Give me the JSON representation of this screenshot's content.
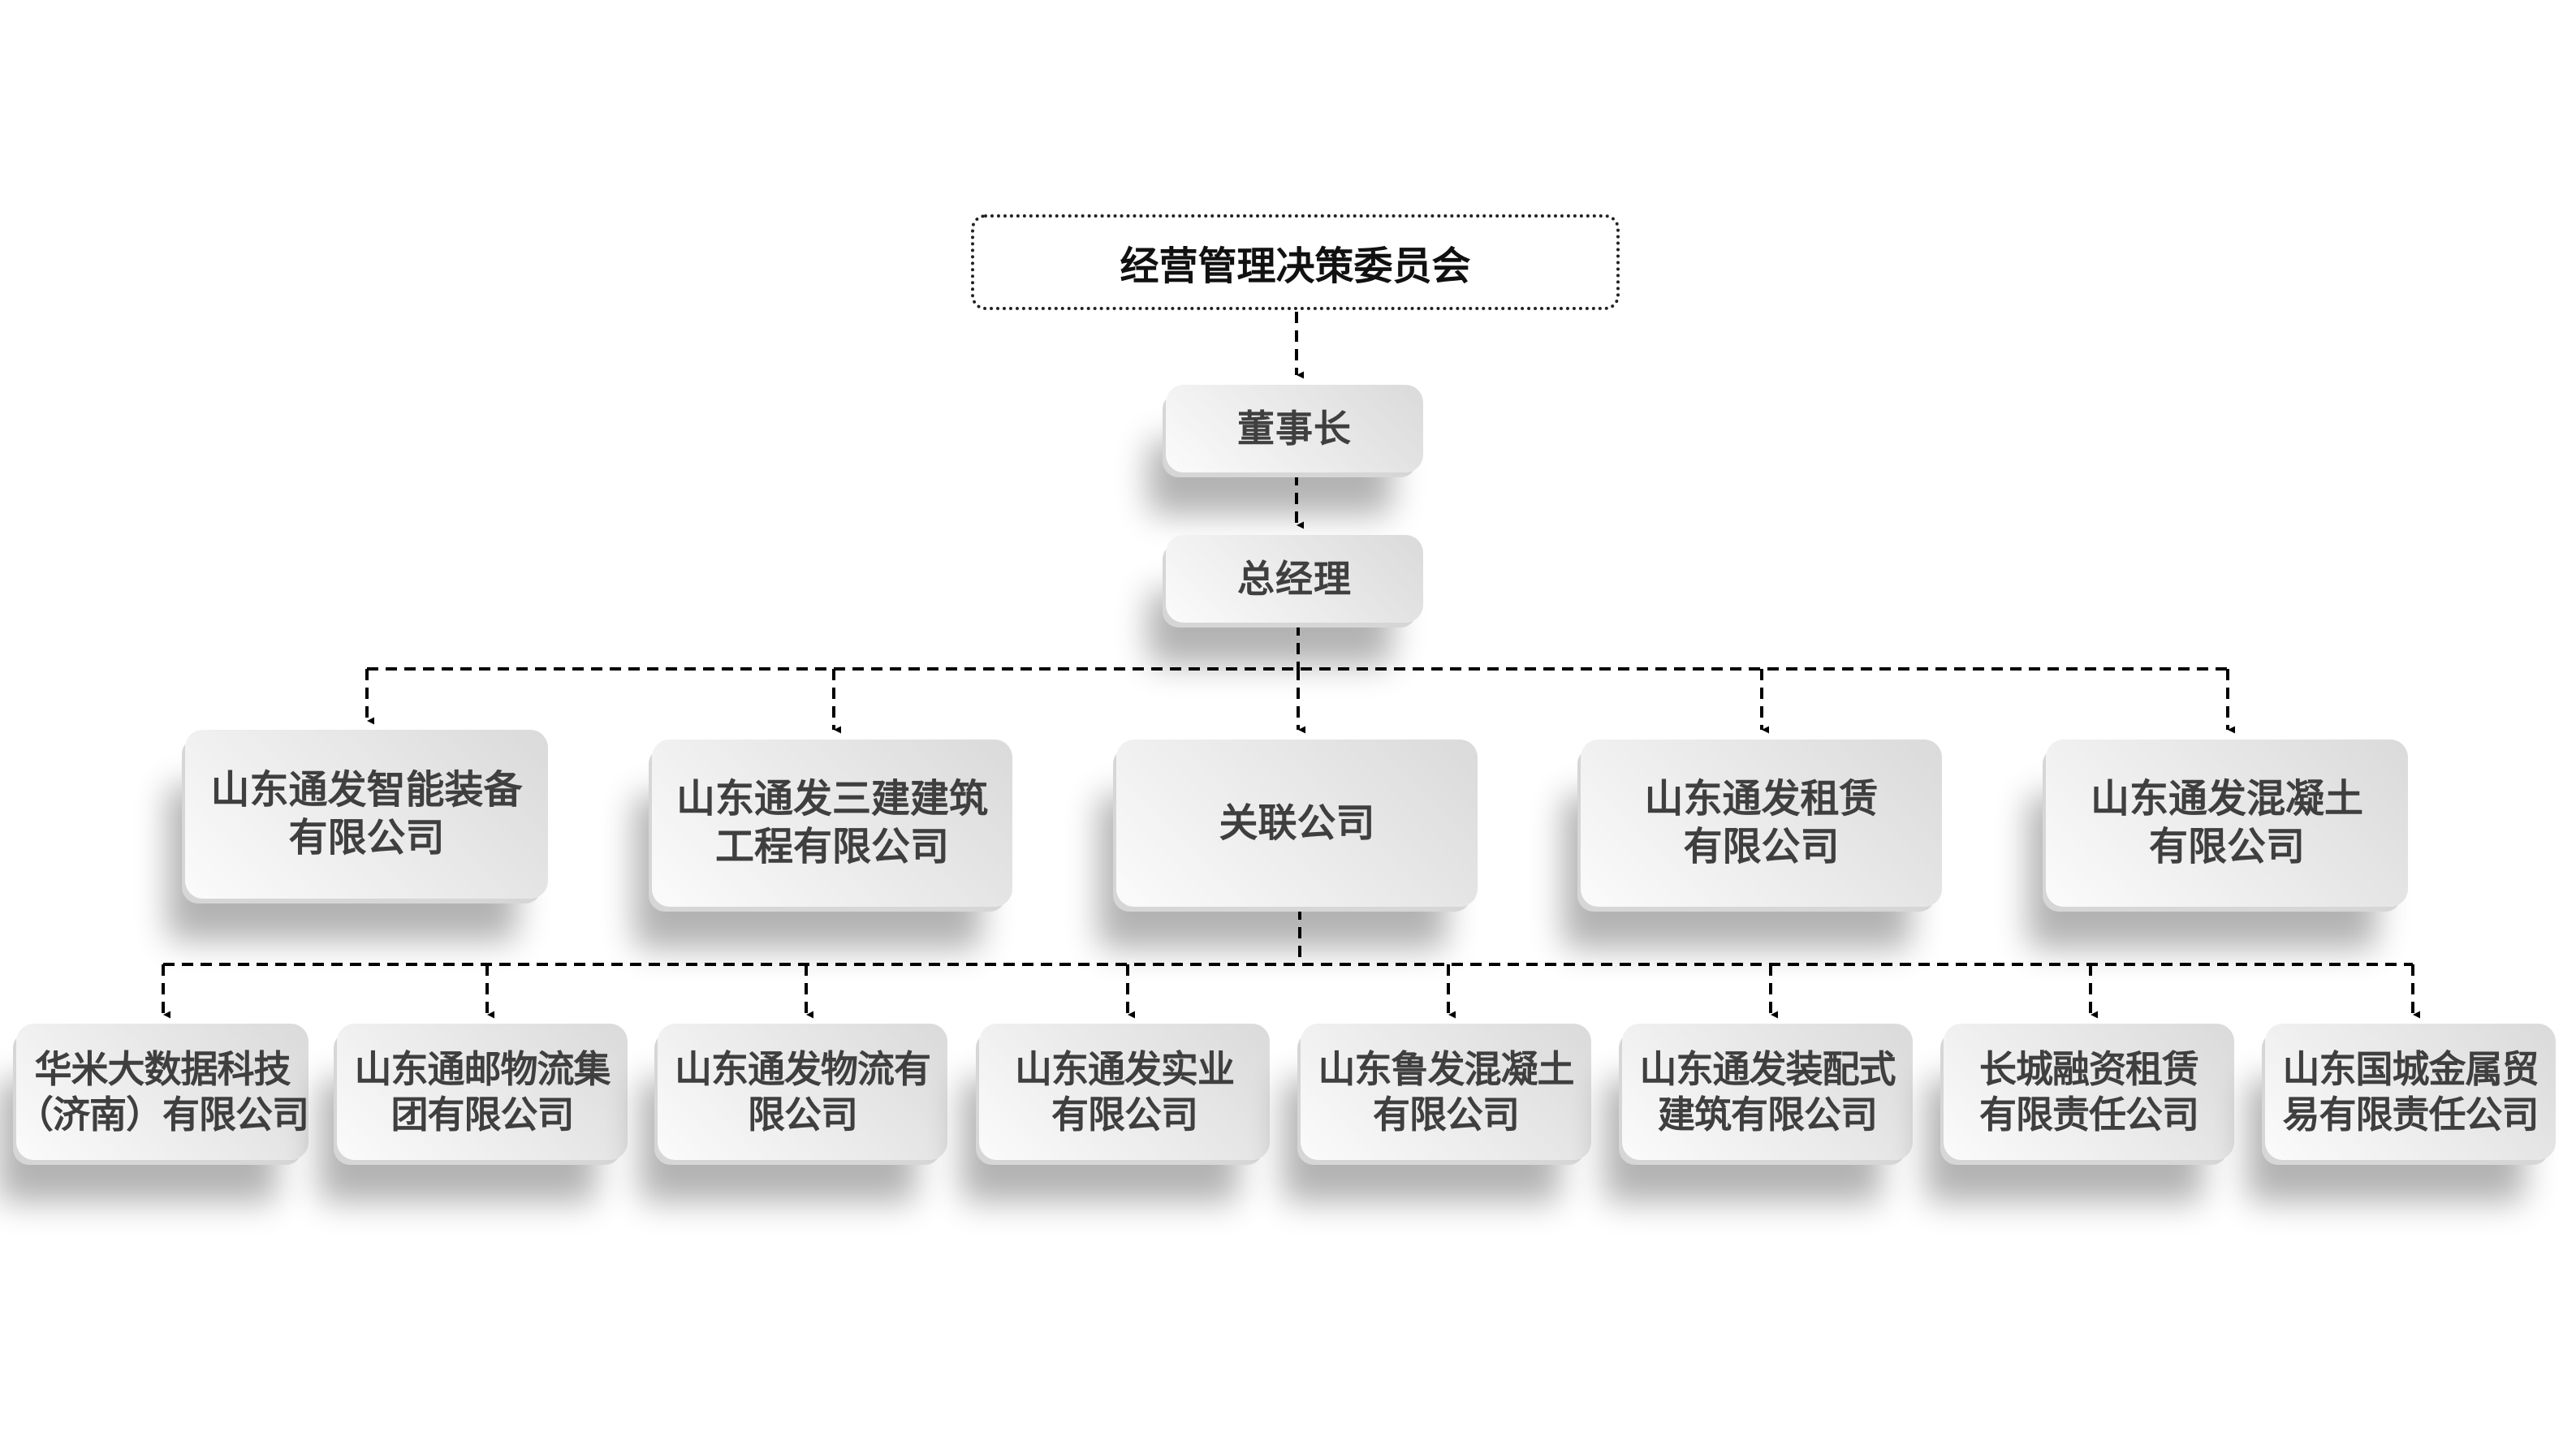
{
  "org_chart": {
    "committee": "经营管理决策委员会",
    "chairman": "董事长",
    "general_manager": "总经理",
    "subsidiaries": [
      "山东通发智能装备\n有限公司",
      "山东通发三建建筑\n工程有限公司",
      "关联公司",
      "山东通发租赁\n有限公司",
      "山东通发混凝土\n有限公司"
    ],
    "affiliates": [
      "华米大数据科技\n（济南）有限公司",
      "山东通邮物流集\n团有限公司",
      "山东通发物流有\n限公司",
      "山东通发实业\n有限公司",
      "山东鲁发混凝土\n有限公司",
      "山东通发装配式\n建筑有限公司",
      "长城融资租赁\n有限责任公司",
      "山东国城金属贸\n易有限责任公司"
    ]
  },
  "colors": {
    "connector": "#000000",
    "node_text": "#3f3f3f",
    "node_light": "#fbfbfb",
    "node_dark": "#dadada"
  }
}
